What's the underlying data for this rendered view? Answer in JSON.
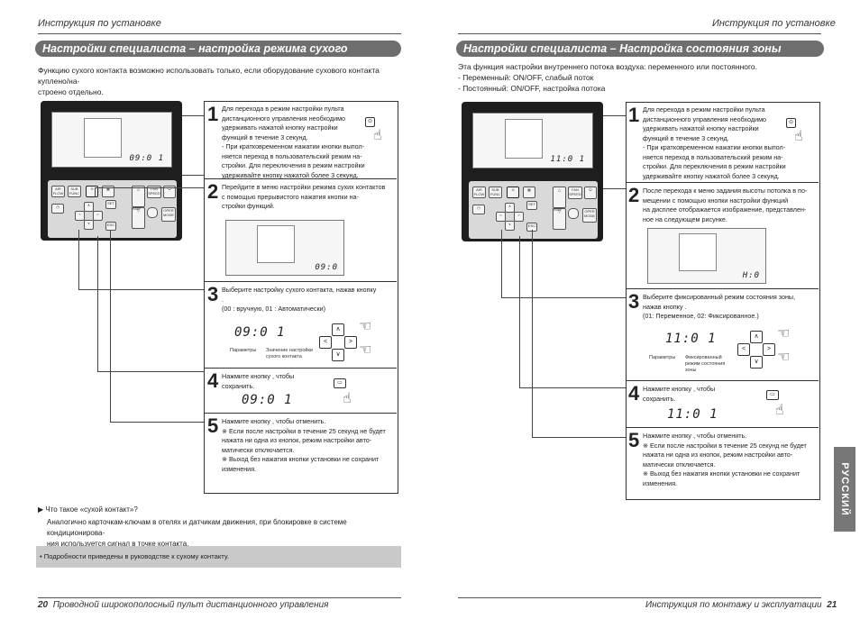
{
  "left": {
    "header": "Инструкция по установке",
    "title": "Настройки специалиста – настройка режима сухого контакта",
    "intro": [
      "Функцию сухого контакта возможно использовать только, если оборудование сухового контакта куплено/на-",
      "строено отдельно."
    ],
    "lcd_main": "09:0 1",
    "steps": [
      {
        "num": "1",
        "lines": [
          "Для перехода в режим настройки пульта",
          "дистанционного управления необходимо",
          "удерживать нажатой кнопку      настройки",
          "функций в течение 3 секунд.",
          "- При кратковременном нажатии кнопки выпол-",
          "няется переход в пользовательский режим на-",
          "стройки. Для переключения в режим настройки",
          "удерживайте кнопку нажатой более 3 секунд."
        ]
      },
      {
        "num": "2",
        "lines": [
          "Перейдите в меню настройки режима сухих контактов",
          "с помощью прерывистого нажатия кнопки      на-",
          "стройки функций."
        ]
      },
      {
        "num": "3",
        "lines": [
          "Выберите настройку сухого контакта, нажав кнопку",
          "     .",
          "(00 : вручную, 01 : Автоматически)"
        ]
      },
      {
        "num": "4",
        "lines": [
          "Нажмите кнопку      , чтобы",
          "сохранить."
        ]
      },
      {
        "num": "5",
        "lines": [
          "Нажмите кнопку      , чтобы отменить.",
          "※ Если после настройки в течение 25 секунд не будет",
          "    нажата ни одна из кнопок, режим настройки авто-",
          "    матически отключается.",
          "※ Выход без нажатия кнопки установки не сохранит",
          "    изменения."
        ]
      }
    ],
    "step3_lcd": "09:0 1",
    "step3_label_param": "Параметры",
    "step3_label_value": "Значение настройки сухого контакта",
    "step4_lcd": "09:0 1",
    "step2_lcd": "09:0",
    "question": "Что такое «сухой контакт»?",
    "answer": [
      "Аналогично карточкам-ключам в отелях и датчикам движения, при блокировке в системе кондиционирова-",
      "ния используется сигнал в точке контакта."
    ],
    "note": "• Подробности приведены в руководстве к сухому контакту.",
    "footer_num": "20",
    "footer_text": "Проводной широкополосный пульт дистанционного управления"
  },
  "right": {
    "header": "Инструкция по установке",
    "title": "Настройки специалиста – Настройка состояния зоны",
    "intro": [
      "Эта функция настройки внутреннего потока воздуха: переменного или постоянного.",
      "- Переменный: ON/OFF, слабый поток",
      "- Постоянный: ON/OFF, настройка потока"
    ],
    "lcd_main": "11:0 1",
    "steps": [
      {
        "num": "1",
        "lines": [
          "Для перехода в режим настройки пульта",
          "дистанционного управления необходимо",
          "удерживать нажатой кнопку      настройки",
          "функций в течение 3 секунд.",
          "- При кратковременном нажатии кнопки выпол-",
          "няется переход в пользовательский режим на-",
          "стройки. Для переключения в режим настройки",
          "удерживайте кнопку нажатой более 3 секунд."
        ]
      },
      {
        "num": "2",
        "lines": [
          "После перехода к меню задания высоты потолка в по-",
          "мещении с помощью кнопки      настройки функций",
          "на дисплее отображается изображение, представлен-",
          "ное на следующем рисунке."
        ]
      },
      {
        "num": "3",
        "lines": [
          "Выберите фиксированный режим состояния зоны,",
          "нажав кнопку      .",
          "(01: Переменное, 02: Фиксированное.)"
        ]
      },
      {
        "num": "4",
        "lines": [
          "Нажмите кнопку      , чтобы",
          "сохранить."
        ]
      },
      {
        "num": "5",
        "lines": [
          "Нажмите кнопку      , чтобы отменить.",
          "※ Если после настройки в течение 25 секунд не будет",
          "    нажата ни одна из кнопок, режим настройки авто-",
          "    матически отключается.",
          "※ Выход без нажатия кнопки установки не сохранит",
          "    изменения."
        ]
      }
    ],
    "step3_lcd": "11:0 1",
    "step3_label_param": "Параметры",
    "step3_label_value": "Фиксированный режим состояния зоны",
    "step4_lcd": "11:0 1",
    "step2_lcd": "H:0",
    "side_tab": "РУССКИЙ",
    "footer_num": "21",
    "footer_text": "Инструкция по монтажу и эксплуатации"
  },
  "remote_labels": {
    "air_flow": "AIR FLOW",
    "sub_func": "SUB FUNC",
    "fan_speed": "FAN SPEED",
    "temp": "TEMP",
    "oper_mode": "OPER MODE",
    "esc": "ESC",
    "set": "SET"
  },
  "colors": {
    "title_bar": "#6e6e6e",
    "note_bg": "#c9c9c9",
    "side_tab": "#777777"
  }
}
